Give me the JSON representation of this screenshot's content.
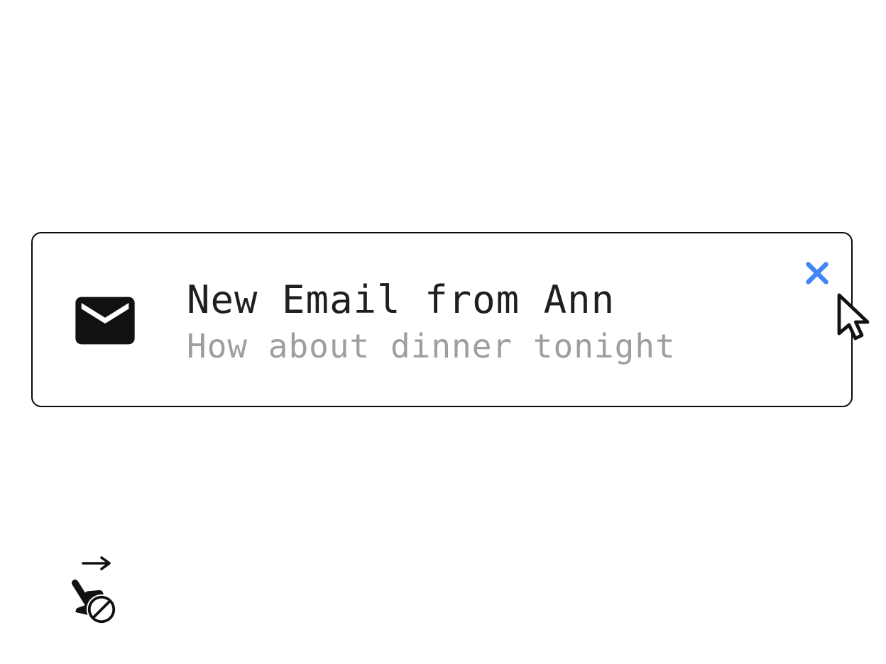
{
  "notification": {
    "title": "New Email from Ann",
    "subtitle": "How about dinner tonight",
    "email_icon": "envelope",
    "close_icon": "close-x",
    "colors": {
      "card_border": "#0a0a0a",
      "title_text": "#1f1f1f",
      "subtitle_text": "#9e9e9e",
      "close_accent": "#4285f4",
      "icon_black": "#111111"
    }
  },
  "decorations": {
    "cursor": "arrow-pointer",
    "gesture": "swipe-right-disabled"
  }
}
